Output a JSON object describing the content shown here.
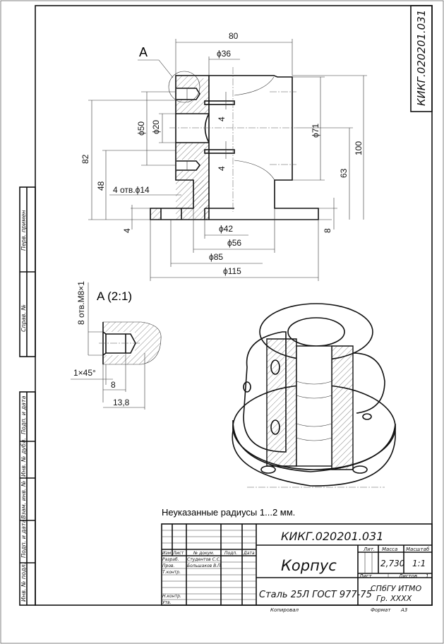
{
  "frame_code_vertical": "КИКГ.020201.031",
  "left_strip": [
    "Перв. примен",
    "Справ. №",
    "Подп. и дата",
    "Инв. № дубл.",
    "Взам. инв. №",
    "Подп. и дата",
    "Инв. № подл."
  ],
  "main_view": {
    "callout": "A",
    "dims": {
      "d80": "80",
      "d36": "ϕ36",
      "d50": "ϕ50",
      "d20": "ϕ20",
      "d82": "82",
      "d48": "48",
      "holes": "4 отв.ϕ14",
      "d4a": "4",
      "d4b": "4",
      "d4c": "4",
      "d71": "ϕ71",
      "d100": "100",
      "d63": "63",
      "d8": "8",
      "d42": "ϕ42",
      "d56": "ϕ56",
      "d85": "ϕ85",
      "d115": "ϕ115"
    }
  },
  "detail_view": {
    "title": "A (2:1)",
    "thread": "8 отв.M8×1",
    "chamfer": "1×45°",
    "d8": "8",
    "d13_8": "13,8"
  },
  "note": "Неуказанные радиусы 1...2 мм.",
  "title_block": {
    "designation": "КИКГ.020201.031",
    "name": "Корпус",
    "material": "Сталь 25Л ГОСТ 977-75",
    "org_line1": "СПбГУ ИТМО",
    "org_line2": "Гр. XXXX",
    "headers": {
      "izm": "Изм",
      "list": "Лист",
      "doc": "№ докум.",
      "sign": "Подп.",
      "date": "Дата"
    },
    "roles": {
      "razrab": "Разраб.",
      "prov": "Пров.",
      "tkontr": "Т.контр.",
      "nkontr": "Н.контр.",
      "utv": "Утв."
    },
    "people": {
      "razrab": "Студентов С.С.",
      "prov": "Большаков В.П."
    },
    "lit_label": "Лит.",
    "mass_label": "Масса",
    "scale_label": "Масштаб",
    "mass": "2,730",
    "scale": "1:1",
    "sheet_label": "Лист",
    "sheets_label": "Листов",
    "sheets": "1",
    "copied": "Копировал",
    "format_label": "Формат",
    "format": "A3"
  }
}
